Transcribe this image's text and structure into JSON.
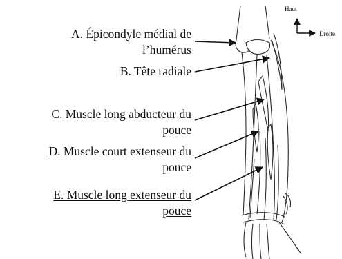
{
  "labels": {
    "a": {
      "line1": "A. Épicondyle médial de",
      "line2": "l’humérus"
    },
    "b": {
      "line1": "B. Tête radiale"
    },
    "c": {
      "line1": "C. Muscle long abducteur du",
      "line2": "pouce"
    },
    "d": {
      "line1": "D. Muscle court extenseur du",
      "line2": "pouce"
    },
    "e": {
      "line1": "E. Muscle long extenseur du",
      "line2": "pouce"
    }
  },
  "compass": {
    "up": "Haut",
    "right": "Droite"
  }
}
